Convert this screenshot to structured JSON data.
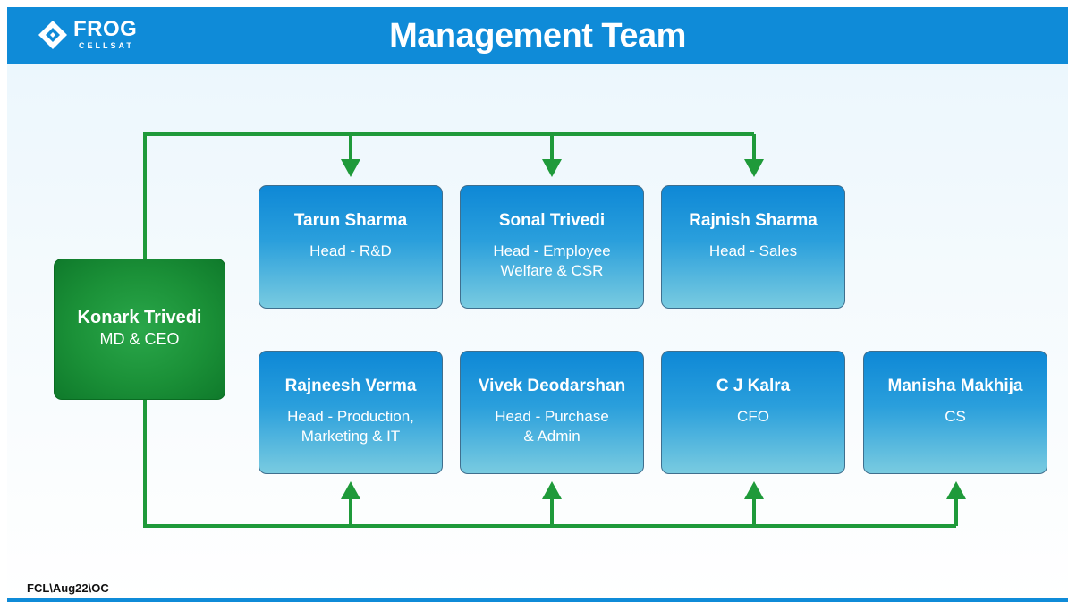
{
  "header": {
    "logo_text": "FROG",
    "logo_sub": "CELLSAT",
    "title": "Management Team"
  },
  "ceo": {
    "name": "Konark Trivedi",
    "role": "MD & CEO"
  },
  "members": [
    {
      "name": "Tarun Sharma",
      "role": "Head - R&D"
    },
    {
      "name": "Sonal Trivedi",
      "role": "Head - Employee\nWelfare & CSR"
    },
    {
      "name": "Rajnish Sharma",
      "role": "Head - Sales"
    },
    {
      "name": "Rajneesh Verma",
      "role": "Head - Production,\nMarketing & IT"
    },
    {
      "name": "Vivek Deodarshan",
      "role": "Head - Purchase\n& Admin"
    },
    {
      "name": "C J Kalra",
      "role": "CFO"
    },
    {
      "name": "Manisha Makhija",
      "role": "CS"
    }
  ],
  "footer": {
    "code": "FCL\\Aug22\\OC"
  },
  "colors": {
    "header_blue": "#0f8bd8",
    "connector_green": "#1f9a3a",
    "ceo_green": "#1b9138",
    "box_blue": "#0e88d6"
  }
}
